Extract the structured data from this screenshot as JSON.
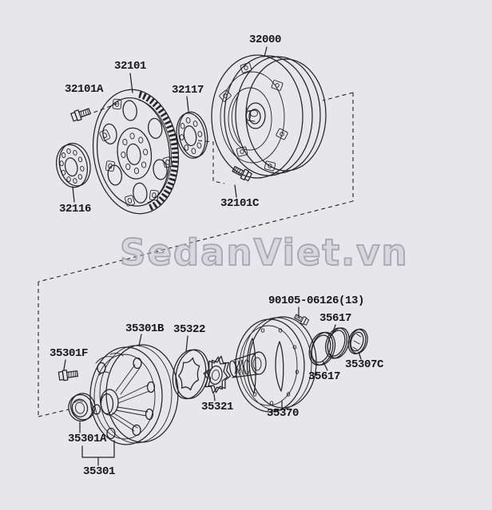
{
  "page": {
    "background_color": "#e7e7eb",
    "line_color": "#242424",
    "watermark_color": "#a6a6b0"
  },
  "watermark": {
    "text": "SedanViet.vn"
  },
  "parts": {
    "torque_converter": {
      "number": "32000"
    },
    "drive_plate": {
      "number": "32101"
    },
    "drive_plate_bolt": {
      "number": "32101A"
    },
    "converter_bolt": {
      "number": "32101C"
    },
    "spacer": {
      "number": "32116"
    },
    "front_plate": {
      "number": "32117"
    },
    "oil_pump_assembly": {
      "number": "35301"
    },
    "oil_pump_seal": {
      "number": "35301A"
    },
    "oil_pump_body": {
      "number": "35301B"
    },
    "pump_bolt": {
      "number": "35301F"
    },
    "seal_ring": {
      "number": "35307C"
    },
    "driven_sprocket": {
      "number": "35321"
    },
    "drive_gear": {
      "number": "35322"
    },
    "pump_cover": {
      "number": "35370"
    },
    "oring_front": {
      "number": "35617"
    },
    "oring_rear": {
      "number": "35617"
    },
    "stud_bolt": {
      "number": "90105-06126(13)"
    }
  }
}
